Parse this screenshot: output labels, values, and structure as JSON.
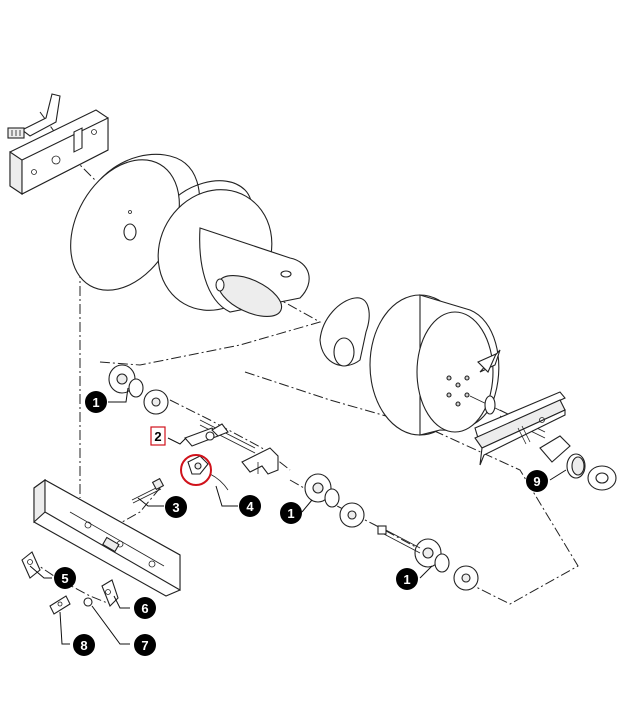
{
  "callouts": [
    {
      "id": "c1a",
      "label": "1"
    },
    {
      "id": "c2",
      "label": "2"
    },
    {
      "id": "c3",
      "label": "3"
    },
    {
      "id": "c4",
      "label": "4"
    },
    {
      "id": "c1b",
      "label": "1"
    },
    {
      "id": "c5",
      "label": "5"
    },
    {
      "id": "c6",
      "label": "6"
    },
    {
      "id": "c7",
      "label": "7"
    },
    {
      "id": "c8",
      "label": "8"
    },
    {
      "id": "c1c",
      "label": "1"
    },
    {
      "id": "c9",
      "label": "9"
    }
  ],
  "colors": {
    "callout_fill": "#000000",
    "highlight_circle": "#d0121b",
    "line": "#222222"
  }
}
